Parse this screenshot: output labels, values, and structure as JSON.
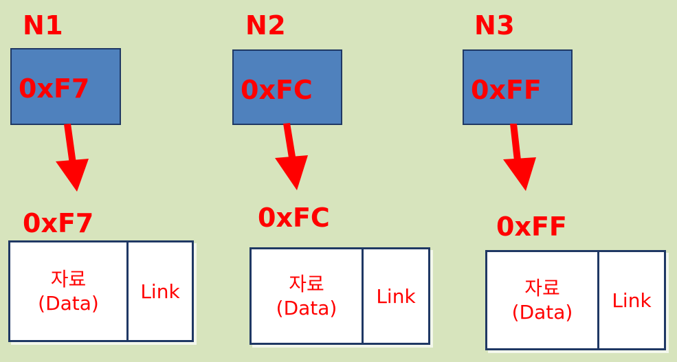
{
  "nodes": [
    {
      "title": "N1",
      "pointer": "0xF7",
      "address": "0xF7",
      "data_label": "자료",
      "data_sub": "(Data)",
      "link_label": "Link"
    },
    {
      "title": "N2",
      "pointer": "0xFC",
      "address": "0xFC",
      "data_label": "자료",
      "data_sub": "(Data)",
      "link_label": "Link"
    },
    {
      "title": "N3",
      "pointer": "0xFF",
      "address": "0xFF",
      "data_label": "자료",
      "data_sub": "(Data)",
      "link_label": "Link"
    }
  ],
  "colors": {
    "background": "#d7e4bd",
    "pointer_fill": "#4f81bd",
    "text": "#ff0000",
    "border": "#1f3864"
  }
}
